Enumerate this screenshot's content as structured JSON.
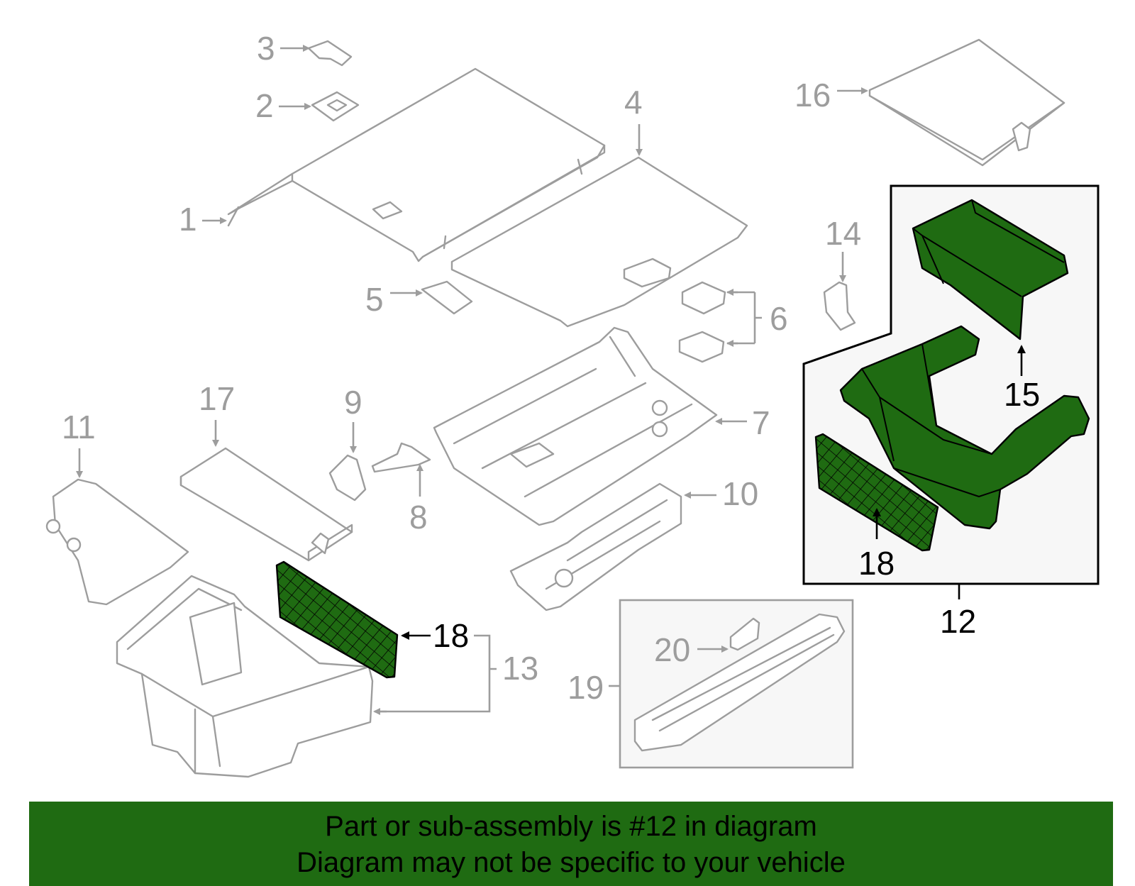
{
  "diagram": {
    "callouts": {
      "c1": "1",
      "c2": "2",
      "c3": "3",
      "c4": "4",
      "c5": "5",
      "c6": "6",
      "c7": "7",
      "c8": "8",
      "c9": "9",
      "c10": "10",
      "c11": "11",
      "c12": "12",
      "c13": "13",
      "c14": "14",
      "c15": "15",
      "c16": "16",
      "c17": "17",
      "c18a": "18",
      "c18b": "18",
      "c19": "19",
      "c20": "20"
    },
    "highlighted_part": "12",
    "highlight_color": "#1f6b12",
    "ghost_color": "#9d9d9d"
  },
  "banner": {
    "line1": "Part or sub-assembly is #12 in diagram",
    "line2": "Diagram may not be specific to your vehicle",
    "background": "#1f6b12"
  }
}
